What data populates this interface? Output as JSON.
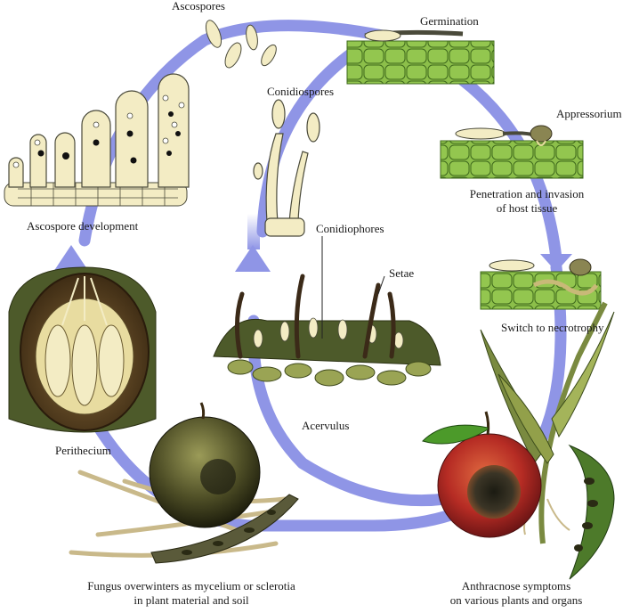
{
  "labels": {
    "ascospores": "Ascospores",
    "germination": "Germination",
    "conidiospores": "Conidiospores",
    "appressorium": "Appressorium",
    "penetration": "Penetration and invasion",
    "host_tissue": "of host tissue",
    "ascospore_development": "Ascospore development",
    "conidiophores": "Conidiophores",
    "setae": "Setae",
    "switch": "Switch to necrotrophy",
    "perithecium": "Perithecium",
    "acervulus": "Acervulus",
    "overwinter_line1": "Fungus overwinters as mycelium or sclerotia",
    "overwinter_line2": "in plant material and soil",
    "symptoms_line1": "Anthracnose symptoms",
    "symptoms_line2": "on various plants and organs"
  },
  "colors": {
    "cycle_arrow": "#8f95e6",
    "host_cell": "#8cbf4a",
    "spore": "#f3ecc4",
    "spore_outline": "#4a4a3a",
    "dark_tissue": "#4d5a2a"
  }
}
